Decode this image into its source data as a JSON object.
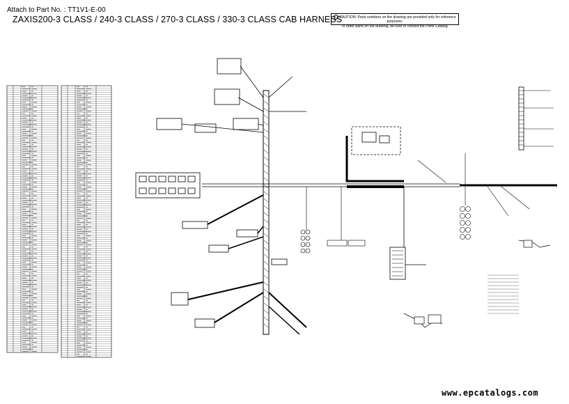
{
  "header": {
    "attach_label": "Attach to Part No. :",
    "part_number": "TT1V1-E-00",
    "title": "ZAXIS200-3 CLASS / 240-3 CLASS / 270-3 CLASS / 330-3 CLASS CAB HARNESS"
  },
  "notice": {
    "icon": "caution-icon",
    "icon_glyph": "!",
    "line1": "CAUTION: Parts numbers on the drawing are provided only for reference purposes.",
    "line2": "To order parts on the drawing, be sure to consult the Parts Catalog."
  },
  "watermark": "www.epcatalogs.com"
}
